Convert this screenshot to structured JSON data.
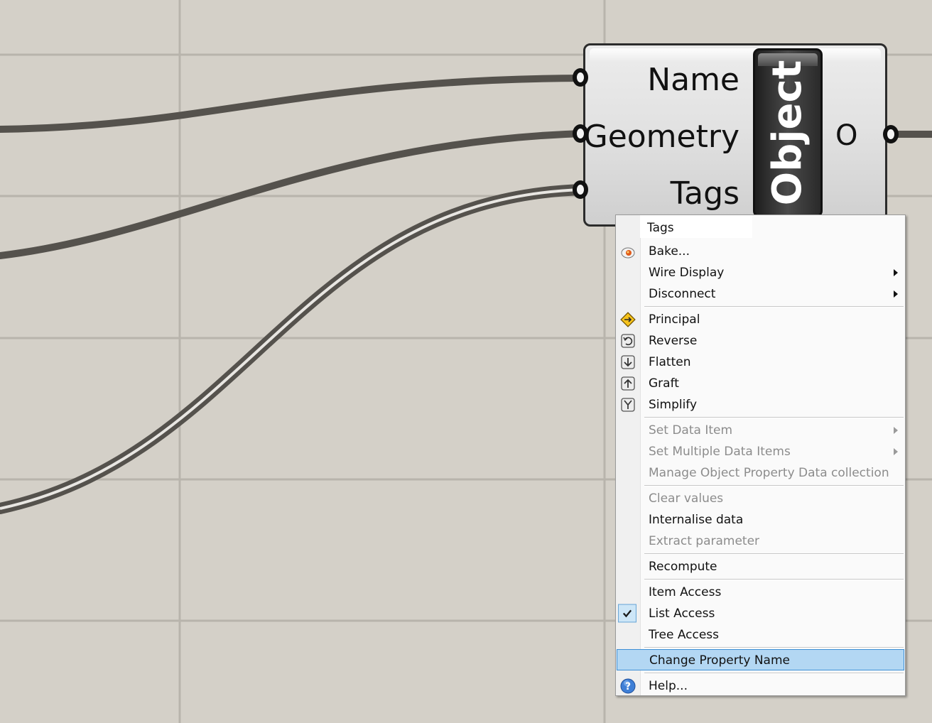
{
  "component": {
    "title": "Object",
    "inputs": [
      "Name",
      "Geometry",
      "Tags"
    ],
    "output": "O"
  },
  "menu": {
    "header": "Tags",
    "bake": "Bake...",
    "wire_display": "Wire Display",
    "disconnect": "Disconnect",
    "principal": "Principal",
    "reverse": "Reverse",
    "flatten": "Flatten",
    "graft": "Graft",
    "simplify": "Simplify",
    "set_data_item": "Set Data Item",
    "set_multiple_data_items": "Set Multiple Data Items",
    "manage_collection": "Manage Object Property Data collection",
    "clear_values": "Clear values",
    "internalise_data": "Internalise data",
    "extract_parameter": "Extract parameter",
    "recompute": "Recompute",
    "item_access": "Item Access",
    "list_access": "List Access",
    "tree_access": "Tree Access",
    "change_property_name": "Change Property Name",
    "help": "Help..."
  },
  "colors": {
    "canvas": "#d4d0c8",
    "grid": "#b8b4ac",
    "wire": "#55524d",
    "highlight": "#b3d7f3"
  }
}
